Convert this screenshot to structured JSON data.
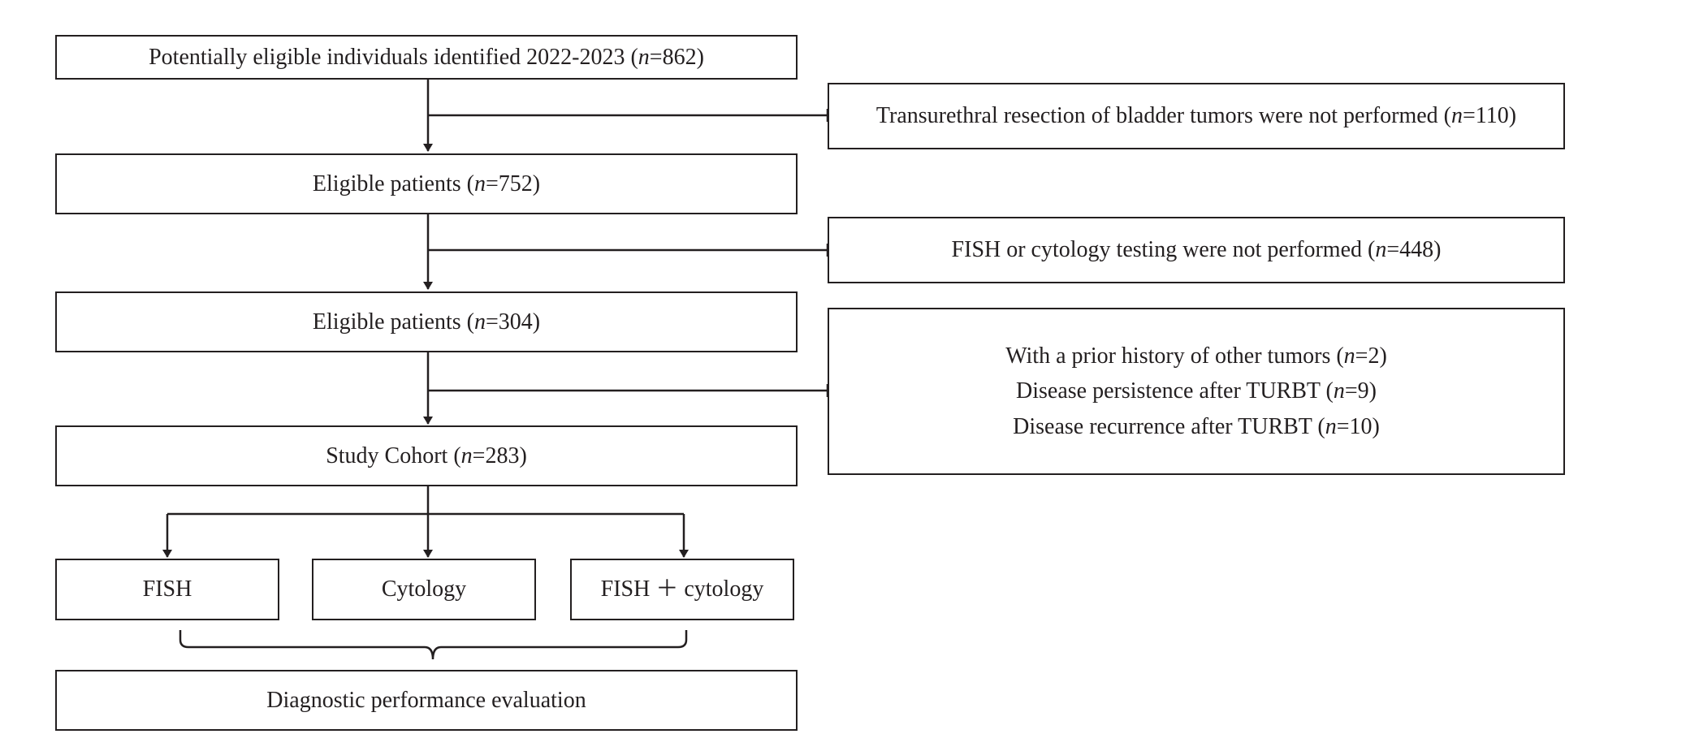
{
  "boxes": {
    "identified": {
      "text": "Potentially eligible individuals identified 2022-2023 (",
      "n": "862"
    },
    "excl_turbt": {
      "text": "Transurethral resection of bladder tumors were not performed (",
      "n": "110"
    },
    "eligible1": {
      "text": "Eligible patients (",
      "n": "752"
    },
    "excl_fish": {
      "text": "FISH or cytology testing were not performed (",
      "n": "448"
    },
    "eligible2": {
      "text": "Eligible patients (",
      "n": "304"
    },
    "excl_other": [
      {
        "text": "With a prior history of other tumors (",
        "n": "2"
      },
      {
        "text": "Disease persistence after TURBT  (",
        "n": "9"
      },
      {
        "text": "Disease recurrence after TURBT (",
        "n": "10"
      }
    ],
    "cohort": {
      "text": "Study Cohort (",
      "n": "283"
    },
    "fish": "FISH",
    "cytology": "Cytology",
    "fish_cytology": "FISH ＋ cytology",
    "diagnostic": "Diagnostic performance evaluation"
  },
  "symbols": {
    "n_label": "n",
    "equals": "=",
    "close_paren": ")"
  },
  "colors": {
    "stroke": "#231f20",
    "background": "#ffffff"
  }
}
